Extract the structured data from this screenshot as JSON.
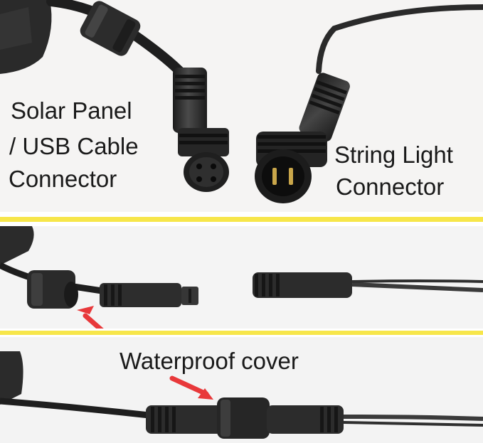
{
  "labels": {
    "solar_line1": "Solar Panel",
    "solar_line2": "/ USB Cable",
    "solar_line3": "Connector",
    "string_line1": "String Light",
    "string_line2": "Connector",
    "waterproof_cover": "Waterproof cover"
  },
  "colors": {
    "divider_stripe": "#f7e64a",
    "arrow": "#e8383a",
    "connector_body": "#2b2b2b",
    "cable": "#1e1e1e"
  }
}
